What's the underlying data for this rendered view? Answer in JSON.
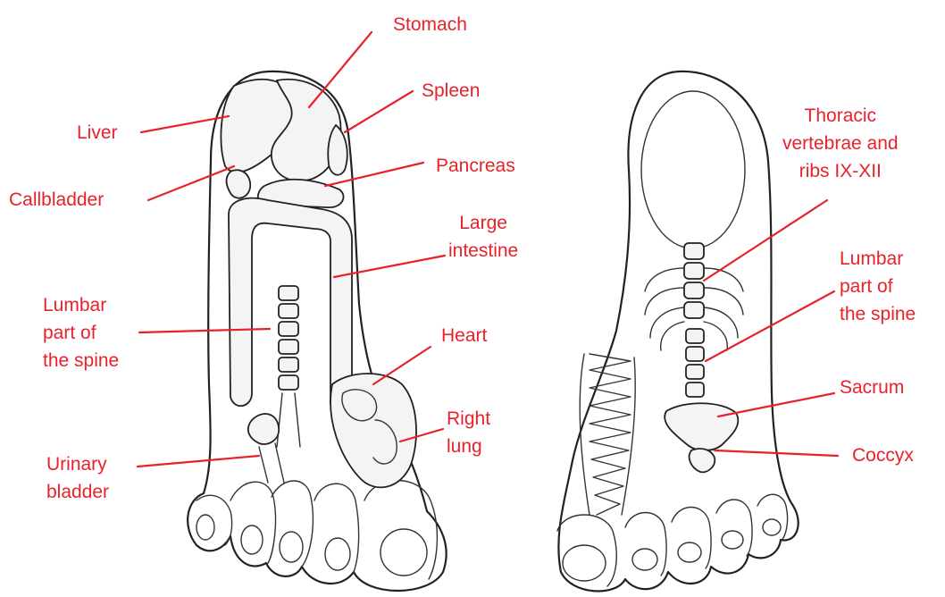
{
  "colors": {
    "label": "#e8212b",
    "ink": "#222222",
    "background": "#ffffff"
  },
  "left_foot": {
    "stomach": "Stomach",
    "spleen": "Spleen",
    "liver": "Liver",
    "pancreas": "Pancreas",
    "gallbladder": "Callbladder",
    "large_intestine": [
      "Large",
      "intestine"
    ],
    "lumbar_spine": [
      "Lumbar",
      "part of",
      "the spine"
    ],
    "heart": "Heart",
    "right_lung": [
      "Right",
      "lung"
    ],
    "urinary_bladder": [
      "Urinary",
      "bladder"
    ]
  },
  "right_foot": {
    "thoracic": [
      "Thoracic",
      "vertebrae and",
      "ribs IX-XII"
    ],
    "lumbar_spine": [
      "Lumbar",
      "part of",
      "the spine"
    ],
    "sacrum": "Sacrum",
    "coccyx": "Coccyx"
  }
}
